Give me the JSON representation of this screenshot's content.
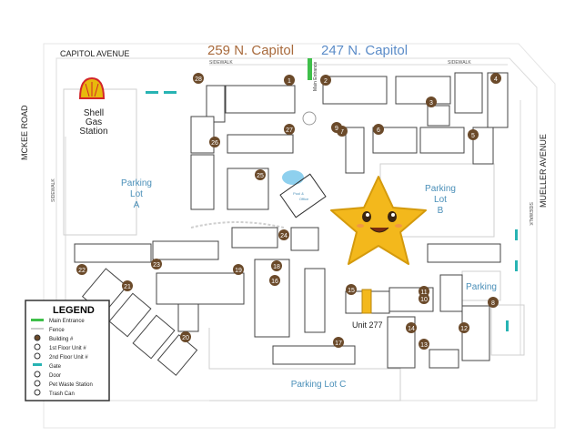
{
  "header": {
    "address_left": "259 N. Capitol",
    "address_right": "247 N. Capitol",
    "address_left_color": "#a86a3c",
    "address_right_color": "#5b8cc8"
  },
  "streets": {
    "top": "CAPITOL AVENUE",
    "left": "MCKEE ROAD",
    "right": "MUELLER AVENUE",
    "sidewalk": "SIDEWALK",
    "main_entrance": "Main Entrance"
  },
  "places": {
    "gas_station": "Shell\nGas\nStation",
    "gas_lines": [
      "Shell",
      "Gas",
      "Station"
    ],
    "parking_a_lines": [
      "Parking",
      "Lot",
      "A"
    ],
    "parking_b_lines": [
      "Parking",
      "Lot",
      "B"
    ],
    "parking_c": "Parking Lot C",
    "parking_small": "Parking",
    "pool_lines": [
      "Pool &",
      "Office"
    ],
    "unit_callout": "Unit 277"
  },
  "buildings": [
    "1",
    "2",
    "3",
    "4",
    "5",
    "6",
    "7",
    "8",
    "9",
    "10",
    "11",
    "12",
    "13",
    "14",
    "15",
    "16",
    "17",
    "18",
    "19",
    "20",
    "21",
    "22",
    "23",
    "24",
    "25",
    "26",
    "27",
    "28"
  ],
  "legend": {
    "title": "LEGEND",
    "items": [
      {
        "icon": "main-entrance",
        "label": "Main Entrance"
      },
      {
        "icon": "fence",
        "label": "Fence"
      },
      {
        "icon": "building-number",
        "label": "Building #"
      },
      {
        "icon": "first-floor",
        "label": "1st Floor Unit #"
      },
      {
        "icon": "second-floor",
        "label": "2nd Floor Unit #"
      },
      {
        "icon": "gate",
        "label": "Gate"
      },
      {
        "icon": "door",
        "label": "Door"
      },
      {
        "icon": "pet-waste",
        "label": "Pet Waste Station"
      },
      {
        "icon": "trash-can",
        "label": "Trash Can"
      }
    ]
  },
  "colors": {
    "building_number_bg": "#6b4a2a",
    "entrance_green": "#3fbf4a",
    "gate_teal": "#27b3b3",
    "star": "#f3b81c",
    "shell": "#e8b90c"
  }
}
